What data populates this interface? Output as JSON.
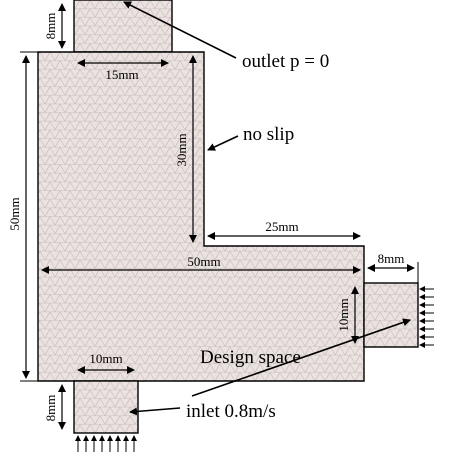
{
  "dimensions": {
    "outlet_height": "8mm",
    "outlet_width": "15mm",
    "upper_right_height": "30mm",
    "total_height": "50mm",
    "arm_length": "25mm",
    "bottom_width": "50mm",
    "right_inlet_width": "8mm",
    "right_inlet_height": "10mm",
    "bottom_inlet_width": "10mm",
    "bottom_inlet_height": "8mm"
  },
  "labels": {
    "outlet": "outlet p = 0",
    "no_slip": "no slip",
    "design_space": "Design space",
    "inlet": "inlet 0.8m/s"
  },
  "colors": {
    "mesh_fill": "#ebe3e1",
    "mesh_line": "#c9bcb8",
    "outline": "#000000"
  }
}
